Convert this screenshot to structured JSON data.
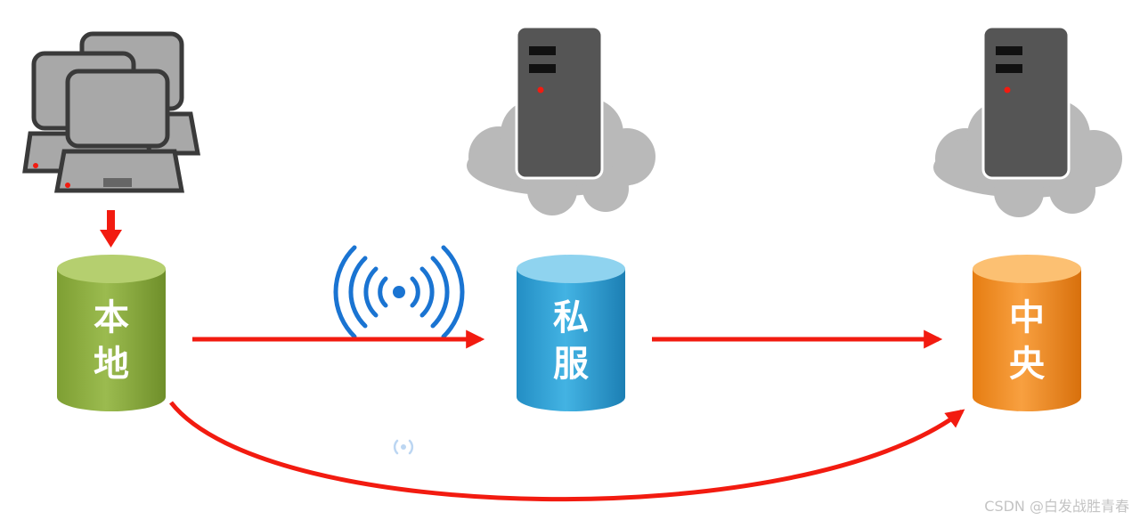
{
  "nodes": {
    "local": {
      "label_line1": "本",
      "label_line2": "地",
      "color_top": "#a5c25a",
      "color_body": "#84a83a"
    },
    "private": {
      "label_line1": "私",
      "label_line2": "服",
      "color_top": "#7dc8ea",
      "color_body": "#2f9ed4"
    },
    "central": {
      "label_line1": "中",
      "label_line2": "央",
      "color_top": "#fbb25c",
      "color_body": "#f08a1e"
    }
  },
  "colors": {
    "arrow": "#f21b10",
    "server_body": "#555555",
    "cloud": "#b9b9b9",
    "wireless": "#1a74d2",
    "laptop_screen": "#a8a8a8"
  },
  "watermark": "CSDN @白发战胜青春"
}
